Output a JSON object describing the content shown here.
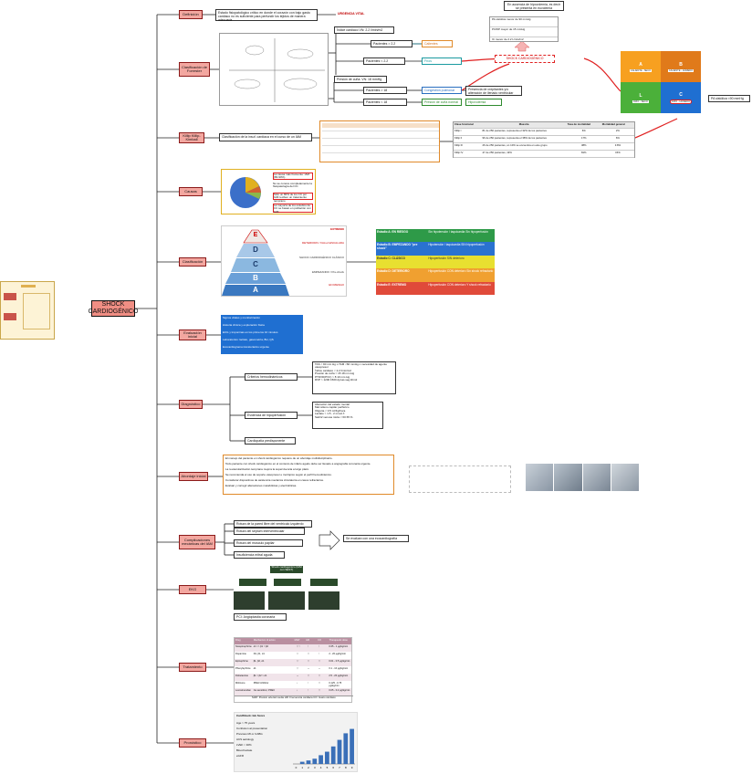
{
  "root": {
    "label": "SHOCK\nCARDIOGÉNICO"
  },
  "branches": [
    {
      "key": "definicion",
      "label": "Definición"
    },
    {
      "key": "forrester",
      "label": "Clasificación de Forrester"
    },
    {
      "key": "killip",
      "label": "Killip Killip-Kimball"
    },
    {
      "key": "causas",
      "label": "Causas"
    },
    {
      "key": "clasificacion",
      "label": "Clasificación"
    },
    {
      "key": "evaluacion",
      "label": "Evaluación inicial"
    },
    {
      "key": "diagnostico",
      "label": "Diagnóstico"
    },
    {
      "key": "abordaje",
      "label": "Abordaje inicial"
    },
    {
      "key": "complicaciones",
      "label": "Complicaciones mecánicas del IAM"
    },
    {
      "key": "ekg",
      "label": "EKG"
    },
    {
      "key": "tratamiento",
      "label": "Tratamiento"
    },
    {
      "key": "pronostico",
      "label": "Pronóstico"
    }
  ],
  "definicion": {
    "text": "Estado fisiopatológico crítico en donde el corazón con bajo gasto cardiaco no es suficiente para perfundir los tejidos de manera adecuada",
    "urgency": "URGENCIA VITAL"
  },
  "forrester": {
    "index_high": "Índice cardiaco VN: 2.2 l/min/m2",
    "index_gt": "Pacientes > 2.2",
    "index_gt_result": "Calientes",
    "index_lt": "Pacientes < 2.2",
    "index_lt_result": "Fríos",
    "pcp": "Presión de cuña: VN: 18 mmHg",
    "pcp_gt": "Pacientes > 18",
    "pcp_gt_result": "Congestión pulmonar",
    "pcp_gt_detail": "Presencia de crepitantes y/o alteración de llenado ventricular",
    "pcp_lt": "Pacientes < 18",
    "pcp_lt_result": "Presión de cuña normal",
    "pcp_lt_detail": "Hipovolemia",
    "shock_label": "SHOCK CARDIOGÉNICO",
    "criteria": [
      "PA sistólica menor de 90 mmHg",
      "PCWP mayor de 15 mmHg",
      "IC menor de 2.2 L/min/m2"
    ],
    "hypoperfusion_note": "En ausencia de hipovolemia, es decir se presenta en euvolemia",
    "quadrants": [
      {
        "code": "A",
        "label": "CALIENTE - SECO"
      },
      {
        "code": "B",
        "label": "CALIENTE - HÚMEDO"
      },
      {
        "code": "L",
        "label": "FRÍO - SECO"
      },
      {
        "code": "C",
        "label": "FRÍO - HÚMEDO"
      }
    ],
    "pa_result": "PA sistólica <90 mmHg"
  },
  "killip": {
    "text": "Clasificación de la insuf. cardíaca en el curso de un IAM",
    "headers": [
      "Clase funcional",
      "Muestra",
      "Tasa de mortalidad",
      "Mortalidad general"
    ],
    "rows": [
      [
        "Killip I",
        "81 de 250 pacientes, representa el 32% de los pacientes",
        "6%",
        "2%"
      ],
      [
        "Killip II",
        "96 de 250 pacientes, representa el 38% de los pacientes",
        "17%",
        "6%"
      ],
      [
        "Killip III",
        "26 de 250 pacientes, un 10% se encuentra en este grupo",
        "38%",
        "3.8%"
      ],
      [
        "Killip IV",
        "47 de 250 pacientes, 19%",
        "81%",
        "15%"
      ]
    ]
  },
  "causas": {
    "notes": [
      "La causa más frecuente: IAM (80-90%)",
      "No se conoce completamente la fisiopatología del CC",
      "Sólo un 80% de los CC por IAM reciben un tratamiento temprano",
      "La mayoría de los estudios de CC se basan en población con IAM"
    ]
  },
  "clasificacion": {
    "levels": [
      "E",
      "D",
      "C",
      "B",
      "A"
    ],
    "level_titles": [
      "EXTREMO",
      "DETERIORO / FALLA ESCALADA",
      "SHOCK CARDIOGÉNICO CLÁSICO",
      "EMPEZANDO / Pre-shock",
      "EN RIESGO"
    ],
    "stages": [
      {
        "name": "Estadio A: EN RIESGO",
        "desc": "Sin hipotensión / taquicardia Sin hipoperfusión"
      },
      {
        "name": "Estadio B: EMPEZANDO \"pre shock\"",
        "desc": "Hipotensión / taquicardia SIN hipoperfusión"
      },
      {
        "name": "Estadio C: CLÁSICO",
        "desc": "Hipoperfusión SIN deterioro"
      },
      {
        "name": "Estadio D: DETERIORO",
        "desc": "Hipoperfusión CON deterioro Sin shock refractario"
      },
      {
        "name": "Estadio E: EXTREMO",
        "desc": "Hipoperfusión CON deterioro Y shock refractario"
      }
    ]
  },
  "evaluacion": {
    "lines": [
      "Signos vitales y monitorización",
      "Historia clínica y exploración física",
      "ECG y troponinas en los primeros 10 minutos",
      "Laboratorios: lactato, gasometría, BH, QS",
      "Ecocardiograma transtorácico urgente"
    ]
  },
  "diagnostico": {
    "hemodynamic_label": "Criterios hemodinámicos",
    "hemodynamic_items": [
      "TAS < 90 mm Hg o TAM <60 mmHg o necesidad de agente vasopresor",
      "Índice cardiaco < 2.2 l/min/m2",
      "Presión de cuña > 15 18 mm Hg",
      "PTDVD(PVC) > 8 10 mm Hg",
      "RVP > 1200 1500 dynas.seg.#cm2"
    ],
    "hypoperfusion_label": "Evidencia de hipoperfusión",
    "hypoperfusion_items": [
      "Alteración del estado mental",
      "Mal relleno capilar periférico",
      "Oliguria < 0.5 ml/Kg/hora",
      "Lactato > 1.5 - 2 mmol /l",
      "SatO2 venosa mixta < 60 65 %"
    ],
    "cardiopathy_label": "Cardiopatía predisponente"
  },
  "abordaje": {
    "lines": [
      "El manejo del paciente en shock cardiogénico requiere de un abordaje multidisciplinario.",
      "Todo paciente con shock cardiogénico en el contexto de infarto agudo debe ser llevado a angiografía coronaria urgente.",
      "La revascularización temprana mejora la supervivencia a largo plazo.",
      "Se recomienda el uso de soporte vasopresor e inotrópico según el perfil hemodinámico.",
      "Considerar dispositivos de asistencia mecánica circulatoria en casos refractarios.",
      "Evaluar y corregir alteraciones metabólicas y electrolíticas."
    ]
  },
  "complicaciones": {
    "items": [
      "Rotura de la pared libre del ventrículo izquierdo",
      "Rotura del septum interventricular",
      "Rotura del músculo papilar",
      "Insuficiencia mitral aguda"
    ],
    "evaluation": "Se evalúan con una ecocardiografía"
  },
  "ekg": {
    "top": "Shock cardiogénico (IAM con SEST)",
    "caption": "PCI: Angioplastia coronaria"
  },
  "tratamiento": {
    "headers": [
      "Drug",
      "Mechanism of action",
      "MAP",
      "HR",
      "CO",
      "Therapeutic dose"
    ],
    "rows": [
      [
        "Norepinephrine",
        "α1 >> β1 > β2",
        "↑↑↑",
        "↑",
        "↑",
        "0.05 - 1 μg/kg/min"
      ],
      [
        "Dopamine",
        "D1, β1, α1",
        "↑↑",
        "↑↑",
        "↑",
        "2 - 20 μg/kg/min"
      ],
      [
        "Epinephrine",
        "β1, β2, α1",
        "↑↑",
        "↑↑",
        "↑↑",
        "0.01 - 0.5 μg/kg/min"
      ],
      [
        "Phenylephrine",
        "α1",
        "↑↑",
        "↔",
        "↔",
        "0.1 - 10 μg/kg/min"
      ],
      [
        "Dobutamine",
        "β1 > β2 > α1",
        "↔",
        "↑↑",
        "↑↑",
        "2.5 - 20 μg/kg/min"
      ],
      [
        "Milrinone",
        "PDE3 inhibitor",
        "↓",
        "↑",
        "↑↑",
        "0.125 - 0.75 μg/kg/min"
      ],
      [
        "Levosimendan",
        "Ca sensitizer, PDE3",
        "↓",
        "↑",
        "↑↑",
        "0.05 - 0.2 μg/kg/min"
      ]
    ],
    "legend": "MAP: Presión arterial media    HR: Frecuencia cardiaca    CO: Gasto cardiaco"
  },
  "pronostico": {
    "title": "CardShock risk Score",
    "labels": [
      "Age > 75 years",
      "Confusion at presentation",
      "Previous MI or CABG",
      "ACS aetiology",
      "LVEF < 40%",
      "Blood lactate",
      "eGFR"
    ],
    "chart_data": {
      "type": "bar",
      "categories": [
        "0",
        "1",
        "2",
        "3",
        "4",
        "5",
        "6",
        "7",
        "8",
        "9"
      ],
      "values": [
        0,
        5,
        8,
        12,
        20,
        28,
        40,
        55,
        70,
        80
      ],
      "ylim": [
        0,
        100
      ]
    }
  }
}
